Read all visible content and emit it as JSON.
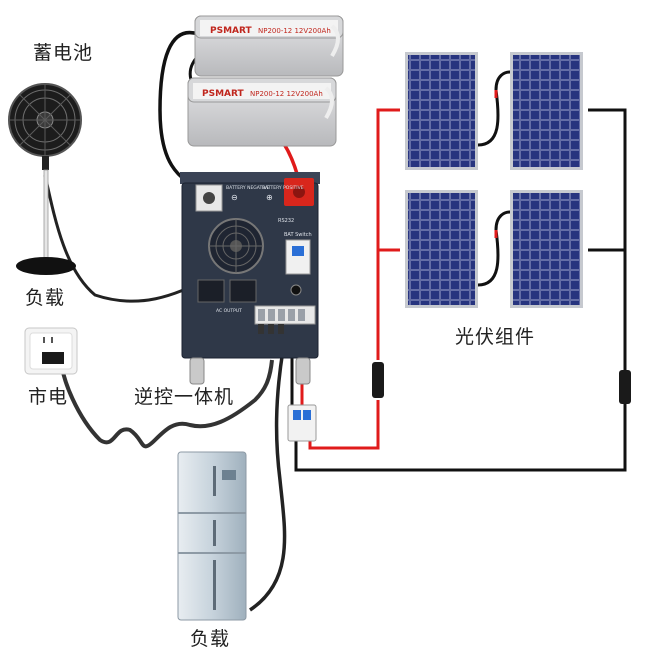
{
  "labels": {
    "battery": "蓄电池",
    "load_fan": "负载",
    "grid": "市电",
    "inverter": "逆控一体机",
    "pv": "光伏组件",
    "load_fridge": "负载"
  },
  "battery_brand": "PSMART",
  "battery_model": "NP200-12 12V200Ah",
  "inverter_text": {
    "battery_negative": "BATTERY NEGATIVE",
    "battery_positive": "BATTERY POSITIVE",
    "rs232": "RS232",
    "bat_switch": "BAT Switch",
    "ac_output": "AC OUTPUT"
  },
  "colors": {
    "positive_wire": "#e01b1b",
    "negative_wire": "#111111",
    "inverter_body": "#2f3848",
    "panel_cell": "#1f2a6b",
    "battery_case": "#cfd0d2"
  }
}
